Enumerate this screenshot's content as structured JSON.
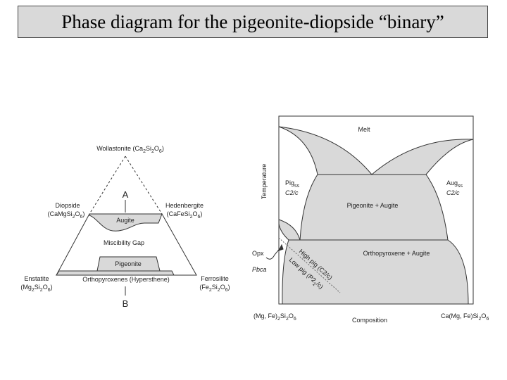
{
  "title": "Phase diagram for the pigeonite-diopside “binary”",
  "colors": {
    "fill": "#d9d9d9",
    "stroke": "#333333",
    "title_bg": "#d9d9d9"
  },
  "triangle": {
    "apex": {
      "name": "Wollastonite (Ca",
      "sub1": "2",
      "mid": "Si",
      "sub2": "2",
      "mid2": "O",
      "sub3": "6",
      "end": ")"
    },
    "diopside": {
      "name": "Diopside",
      "formula": "(CaMgSi",
      "s1": "2",
      "o": "O",
      "s2": "6",
      "end": ")"
    },
    "hedenbergite": {
      "name": "Hedenbergite",
      "formula": "(CaFeSi",
      "s1": "2",
      "o": "O",
      "s2": "6",
      "end": ")"
    },
    "enstatite": {
      "name": "Enstatite",
      "formula": "(Mg",
      "s1": "2",
      "si": "Si",
      "s2": "2",
      "o": "O",
      "s3": "6",
      "end": ")"
    },
    "ferrosilite": {
      "name": "Ferrosilite",
      "formula": "(Fe",
      "s1": "2",
      "si": "Si",
      "s2": "2",
      "o": "O",
      "s3": "6",
      "end": ")"
    },
    "augite": "Augite",
    "gap": "Miscibility Gap",
    "pigeonite": "Pigeonite",
    "opx": "Orthopyroxenes (Hypersthene)",
    "label_a": "A",
    "label_b": "B"
  },
  "phase": {
    "melt": "Melt",
    "ylabel": "Temperature",
    "xlabel": "Composition",
    "pig": "Pig",
    "pig_sub": "ss",
    "pig_sg": "C2/c",
    "aug": "Aug",
    "aug_sub": "ss",
    "aug_sg": "C2/c",
    "pig_aug": "Pigeonite + Augite",
    "opx_aug": "Orthopyroxene + Augite",
    "opx": "Opx",
    "opx_sg": "Pbca",
    "high_pig": "High pig (C2/c)",
    "low_pig": "Low pig (P2",
    "low_pig_sub": "1",
    "low_pig_end": "/c)",
    "x_left": "(Mg, Fe)",
    "x_left_s1": "2",
    "x_left_si": "Si",
    "x_left_s2": "2",
    "x_left_o": "O",
    "x_left_s3": "6",
    "x_right": "Ca(Mg, Fe)Si",
    "x_right_s1": "2",
    "x_right_o": "O",
    "x_right_s2": "6"
  }
}
